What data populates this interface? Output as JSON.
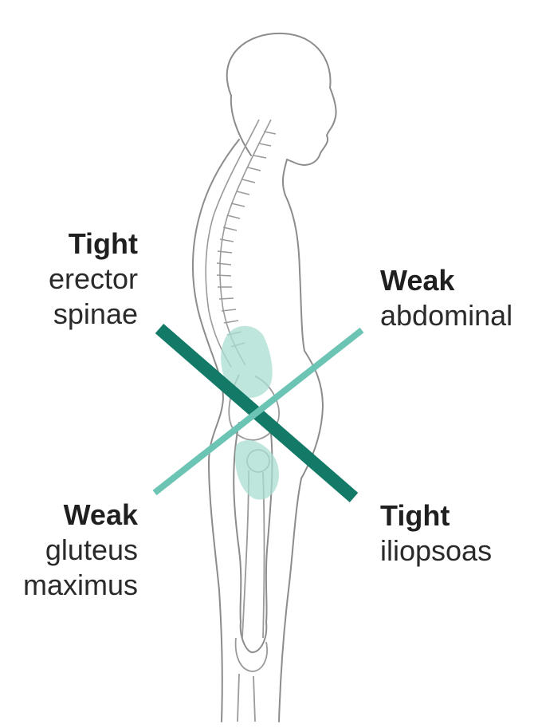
{
  "labels": {
    "top_left": {
      "status": "Tight",
      "muscle": "erector\nspinae"
    },
    "top_right": {
      "status": "Weak",
      "muscle": "abdominal"
    },
    "bottom_left": {
      "status": "Weak",
      "muscle": "gluteus\nmaximus"
    },
    "bottom_right": {
      "status": "Tight",
      "muscle": "iliopsoas"
    }
  },
  "colors": {
    "tight_line": "#137a68",
    "weak_line": "#6cc4b4",
    "muscle_fill": "#a9ddd2",
    "outline": "#8c8c8c"
  }
}
